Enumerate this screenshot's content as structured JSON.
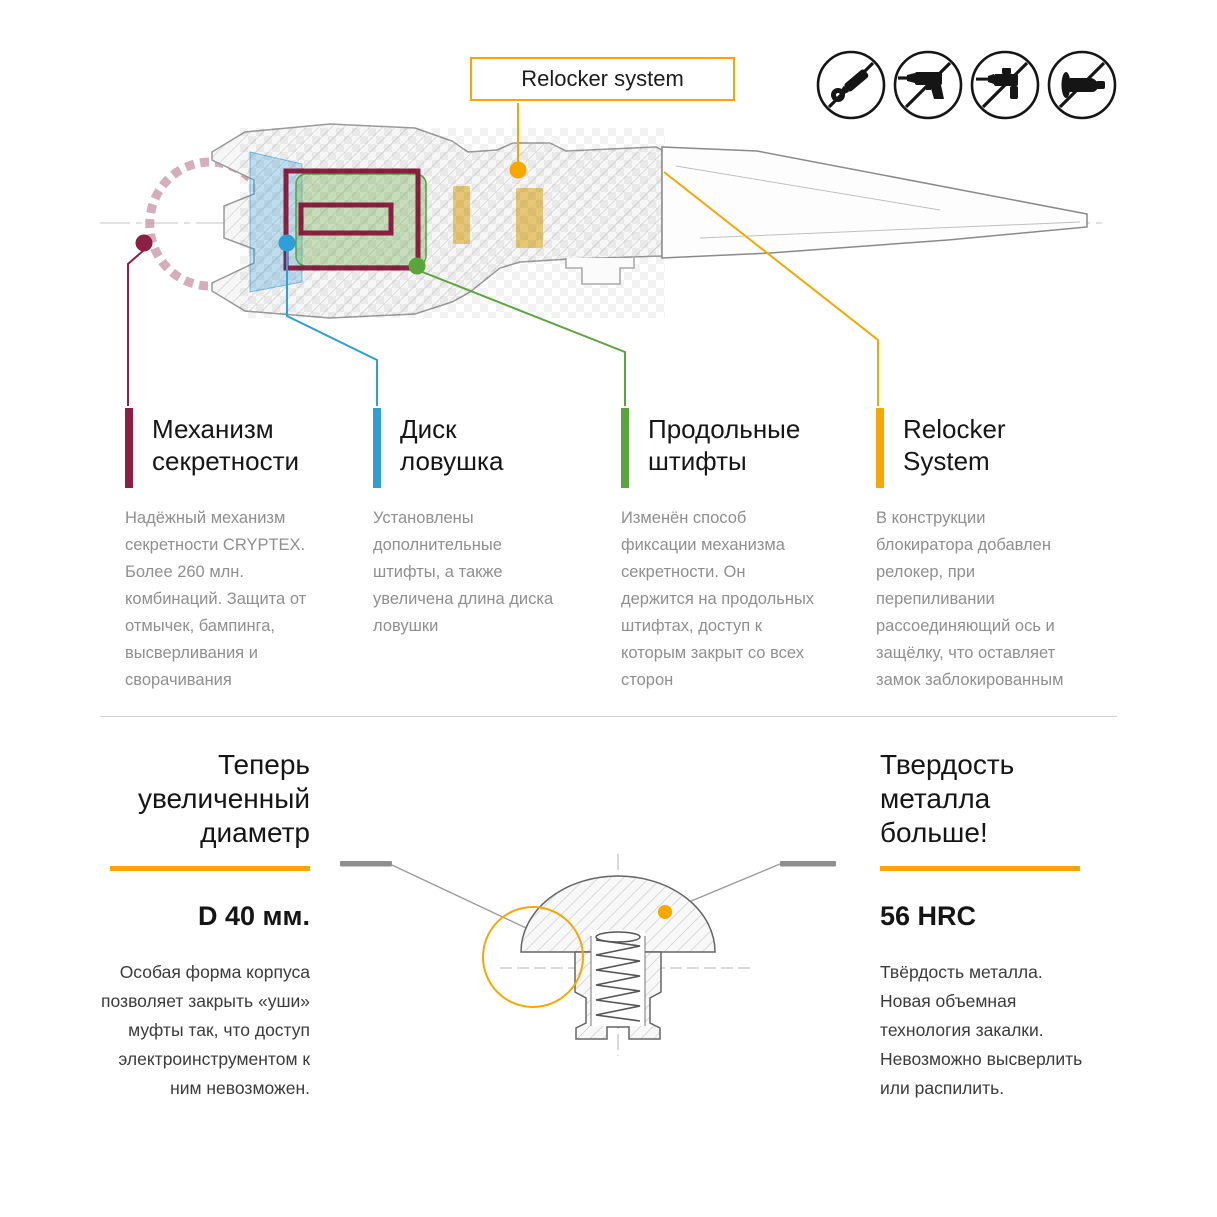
{
  "colors": {
    "accent_yellow": "#F6A800",
    "maroon": "#8C1F42",
    "blue": "#2E9FD8",
    "green": "#5AA53C",
    "gray_body": "#8f8f8f"
  },
  "diagram": {
    "label_box": "Relocker system"
  },
  "prohibited_icons": [
    {
      "name": "no-die-grinder"
    },
    {
      "name": "no-drill"
    },
    {
      "name": "no-hammer-drill"
    },
    {
      "name": "no-angle-grinder"
    }
  ],
  "callouts": [
    {
      "title": "Механизм\nсекретности",
      "body": "Надёжный механизм\nсекретности CRYPTEX.\nБолее 260 млн.\nкомбинаций. Защита от\nотмычек, бампинга,\nвысверливания и\nсворачивания",
      "color": "#8C1F42"
    },
    {
      "title": "Диск\nловушка",
      "body": "Установлены\nдополнительные\nштифты, а также\nувеличена длина диска\nловушки",
      "color": "#2E9FD8"
    },
    {
      "title": "Продольные\nштифты",
      "body": "Изменён способ\nфиксации механизма\nсекретности. Он\nдержится на продольных\nштифтах, доступ к\nкоторым закрыт со всех\nсторон",
      "color": "#5AA53C"
    },
    {
      "title": "Relocker\nSystem",
      "body": "В конструкции\nблокиратора добавлен\nрелокер, при\nперепиливании\nрассоединяющий ось и\nзащёлку, что оставляет\nзамок заблокированным",
      "color": "#F6A800"
    }
  ],
  "bottom_left": {
    "heading": "Теперь\nувеличенный\nдиаметр",
    "value": "D 40 мм.",
    "body": "Особая форма корпуса\nпозволяет закрыть «уши»\nмуфты так, что доступ\nэлектроинструментом к\nним невозможен."
  },
  "bottom_right": {
    "heading": "Твердость\nметалла\nбольше!",
    "value": "56 HRC",
    "body": "Твёрдость металла.\nНовая объемная\nтехнология закалки.\nНевозможно высверлить\nили распилить."
  }
}
